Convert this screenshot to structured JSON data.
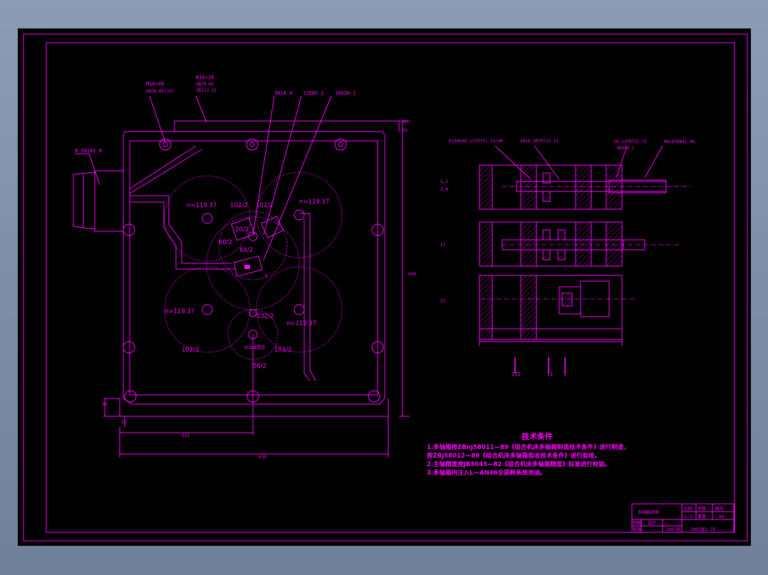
{
  "drawing": {
    "labels": {
      "bolt1": [
        "M10×40",
        "GB70-85(16)"
      ],
      "bolt2": [
        "M16×20",
        "GB70-85",
        "JB713-15"
      ],
      "part1": "ZH18-9",
      "part2": "12085-1",
      "part3": "10020-1",
      "motor": "8-ZH181-8",
      "speeds": [
        "n=119.37",
        "n=119.37",
        "n=119.37",
        "n=119.37",
        "n=480"
      ],
      "gears": [
        "102/2",
        "102/2",
        "20/2",
        "60/2",
        "84/2",
        "132/2",
        "102/2",
        "102/2",
        "56/2"
      ],
      "dim_h": "630",
      "dim_w1": "315",
      "dim_w2": "630",
      "dim_small": [
        "15",
        "15",
        "30",
        "25"
      ],
      "roman": "I"
    },
    "section": {
      "top_labels": [
        "6J04630-1JT0711-13/48",
        "30×6.3DT0711-11",
        "20-1JT0721-71",
        "3R053-1",
        "M6×6T0841-48"
      ],
      "row_labels": [
        "1,2",
        "3,4",
        "II",
        "I2"
      ],
      "bottom_labels": [
        "III",
        "II",
        "I"
      ]
    }
  },
  "tech": {
    "title": "技术条件",
    "lines": [
      "1.多轴箱按ZBnJ58011—89《组合机床多轴箱制造技术条件》进行制造，",
      "  按ZBJ58012—89《组合机床多轴箱验收技术条件》进行验收。",
      "2.主轴精度按JB3043—82《组合机床多轴箱精度》标准进行检验。",
      "3.多轴箱内注入L—AN46全损耗系统用油。"
    ]
  },
  "titleblock": {
    "name": "多轴箱总图",
    "scale_label": "比例",
    "scale": "1:2",
    "qty_label": "件数",
    "sheet_label": "图号",
    "weight_label": "重量",
    "size": "A4",
    "drawn_label": "制图",
    "checked_label": "审核",
    "designer": "设计",
    "school": "",
    "code": "2007班",
    "number": "2007级1-78"
  }
}
